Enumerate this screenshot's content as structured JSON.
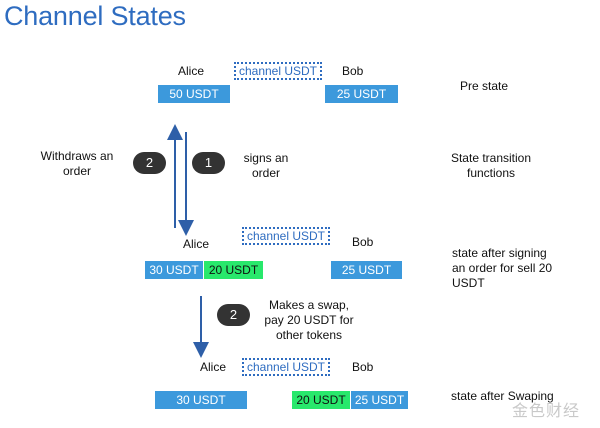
{
  "title": "Channel States",
  "channel_label": "channel USDT",
  "parties": {
    "alice": "Alice",
    "bob": "Bob"
  },
  "state_pre": {
    "alice_balance": "50 USDT",
    "bob_balance": "25 USDT",
    "label": "Pre state"
  },
  "transition": {
    "step1_number": "1",
    "step1_text": [
      "signs an",
      "order"
    ],
    "step2_number": "2",
    "step2_text": [
      "Withdraws an",
      "order"
    ],
    "label": [
      "State transition",
      "functions"
    ]
  },
  "state_signed": {
    "alice_balance": "30 USDT",
    "alice_order": "20 USDT",
    "bob_balance": "25 USDT",
    "label": [
      "state after signing",
      "an order for sell 20",
      "USDT"
    ]
  },
  "swap_step": {
    "number": "2",
    "text": [
      "Makes a swap,",
      "pay 20 USDT for",
      "other tokens"
    ]
  },
  "state_swapped": {
    "alice_balance": "30 USDT",
    "bob_received": "20 USDT",
    "bob_balance": "25 USDT",
    "label": "state after Swaping"
  },
  "watermark": "金色财经",
  "colors": {
    "title": "#2e6cc0",
    "balance": "#3c99dc",
    "order": "#28e86c",
    "arrow": "#2e5fa8",
    "pill": "#333333"
  }
}
